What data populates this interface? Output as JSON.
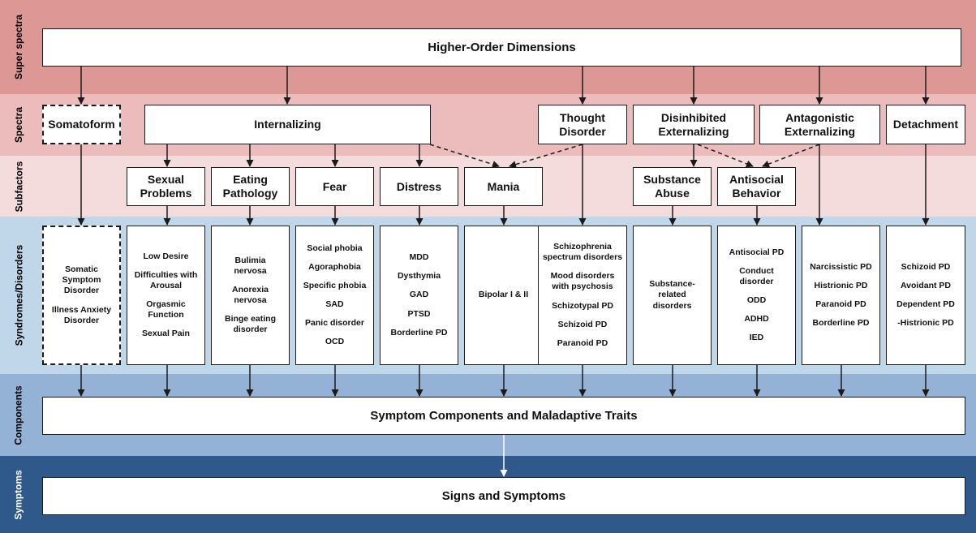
{
  "bands": [
    {
      "label": "Super spectra",
      "color": "#dd9896"
    },
    {
      "label": "Spectra",
      "color": "#ebbcbb"
    },
    {
      "label": "Subfactors",
      "color": "#f3dcdb"
    },
    {
      "label": "Syndromes/Disorders",
      "color": "#c0d7ea"
    },
    {
      "label": "Components",
      "color": "#94b2d6"
    },
    {
      "label": "Symptoms",
      "color": "#30598b"
    }
  ],
  "superspectra": {
    "label": "Higher-Order Dimensions"
  },
  "spectra": {
    "somatoform": "Somatoform",
    "internalizing": "Internalizing",
    "thought": "Thought\nDisorder",
    "disinhibited": "Disinhibited\nExternalizing",
    "antagonistic": "Antagonistic\nExternalizing",
    "detachment": "Detachment"
  },
  "subfactors": {
    "sexual": "Sexual\nProblems",
    "eating": "Eating\nPathology",
    "fear": "Fear",
    "distress": "Distress",
    "mania": "Mania",
    "substance": "Substance\nAbuse",
    "antisocial": "Antisocial\nBehavior"
  },
  "syndromes": {
    "somatoform": [
      "Somatic\nSymptom\nDisorder",
      "Illness Anxiety\nDisorder"
    ],
    "sexual": [
      "Low Desire",
      "Difficulties with\nArousal",
      "Orgasmic\nFunction",
      "Sexual Pain"
    ],
    "eating": [
      "Bulimia\nnervosa",
      "Anorexia\nnervosa",
      "Binge eating\ndisorder"
    ],
    "fear": [
      "Social phobia",
      "Agoraphobia",
      "Specific phobia",
      "SAD",
      "Panic disorder",
      "OCD"
    ],
    "distress": [
      "MDD",
      "Dysthymia",
      "GAD",
      "PTSD",
      "Borderline PD"
    ],
    "mania": [
      "Bipolar I & II"
    ],
    "thought": [
      "Schizophrenia\nspectrum disorders",
      "Mood disorders\nwith psychosis",
      "Schizotypal PD",
      "Schizoid PD",
      "Paranoid PD"
    ],
    "substance": [
      "Substance-\nrelated\ndisorders"
    ],
    "antisocial": [
      "Antisocial PD",
      "Conduct\ndisorder",
      "ODD",
      "ADHD",
      "IED"
    ],
    "antagonistic": [
      "Narcissistic PD",
      "Histrionic PD",
      "Paranoid PD",
      "Borderline PD"
    ],
    "detachment": [
      "Schizoid PD",
      "Avoidant PD",
      "Dependent PD",
      "-Histrionic PD"
    ]
  },
  "components": {
    "label": "Symptom Components and Maladaptive Traits"
  },
  "symptoms": {
    "label": "Signs and Symptoms"
  }
}
